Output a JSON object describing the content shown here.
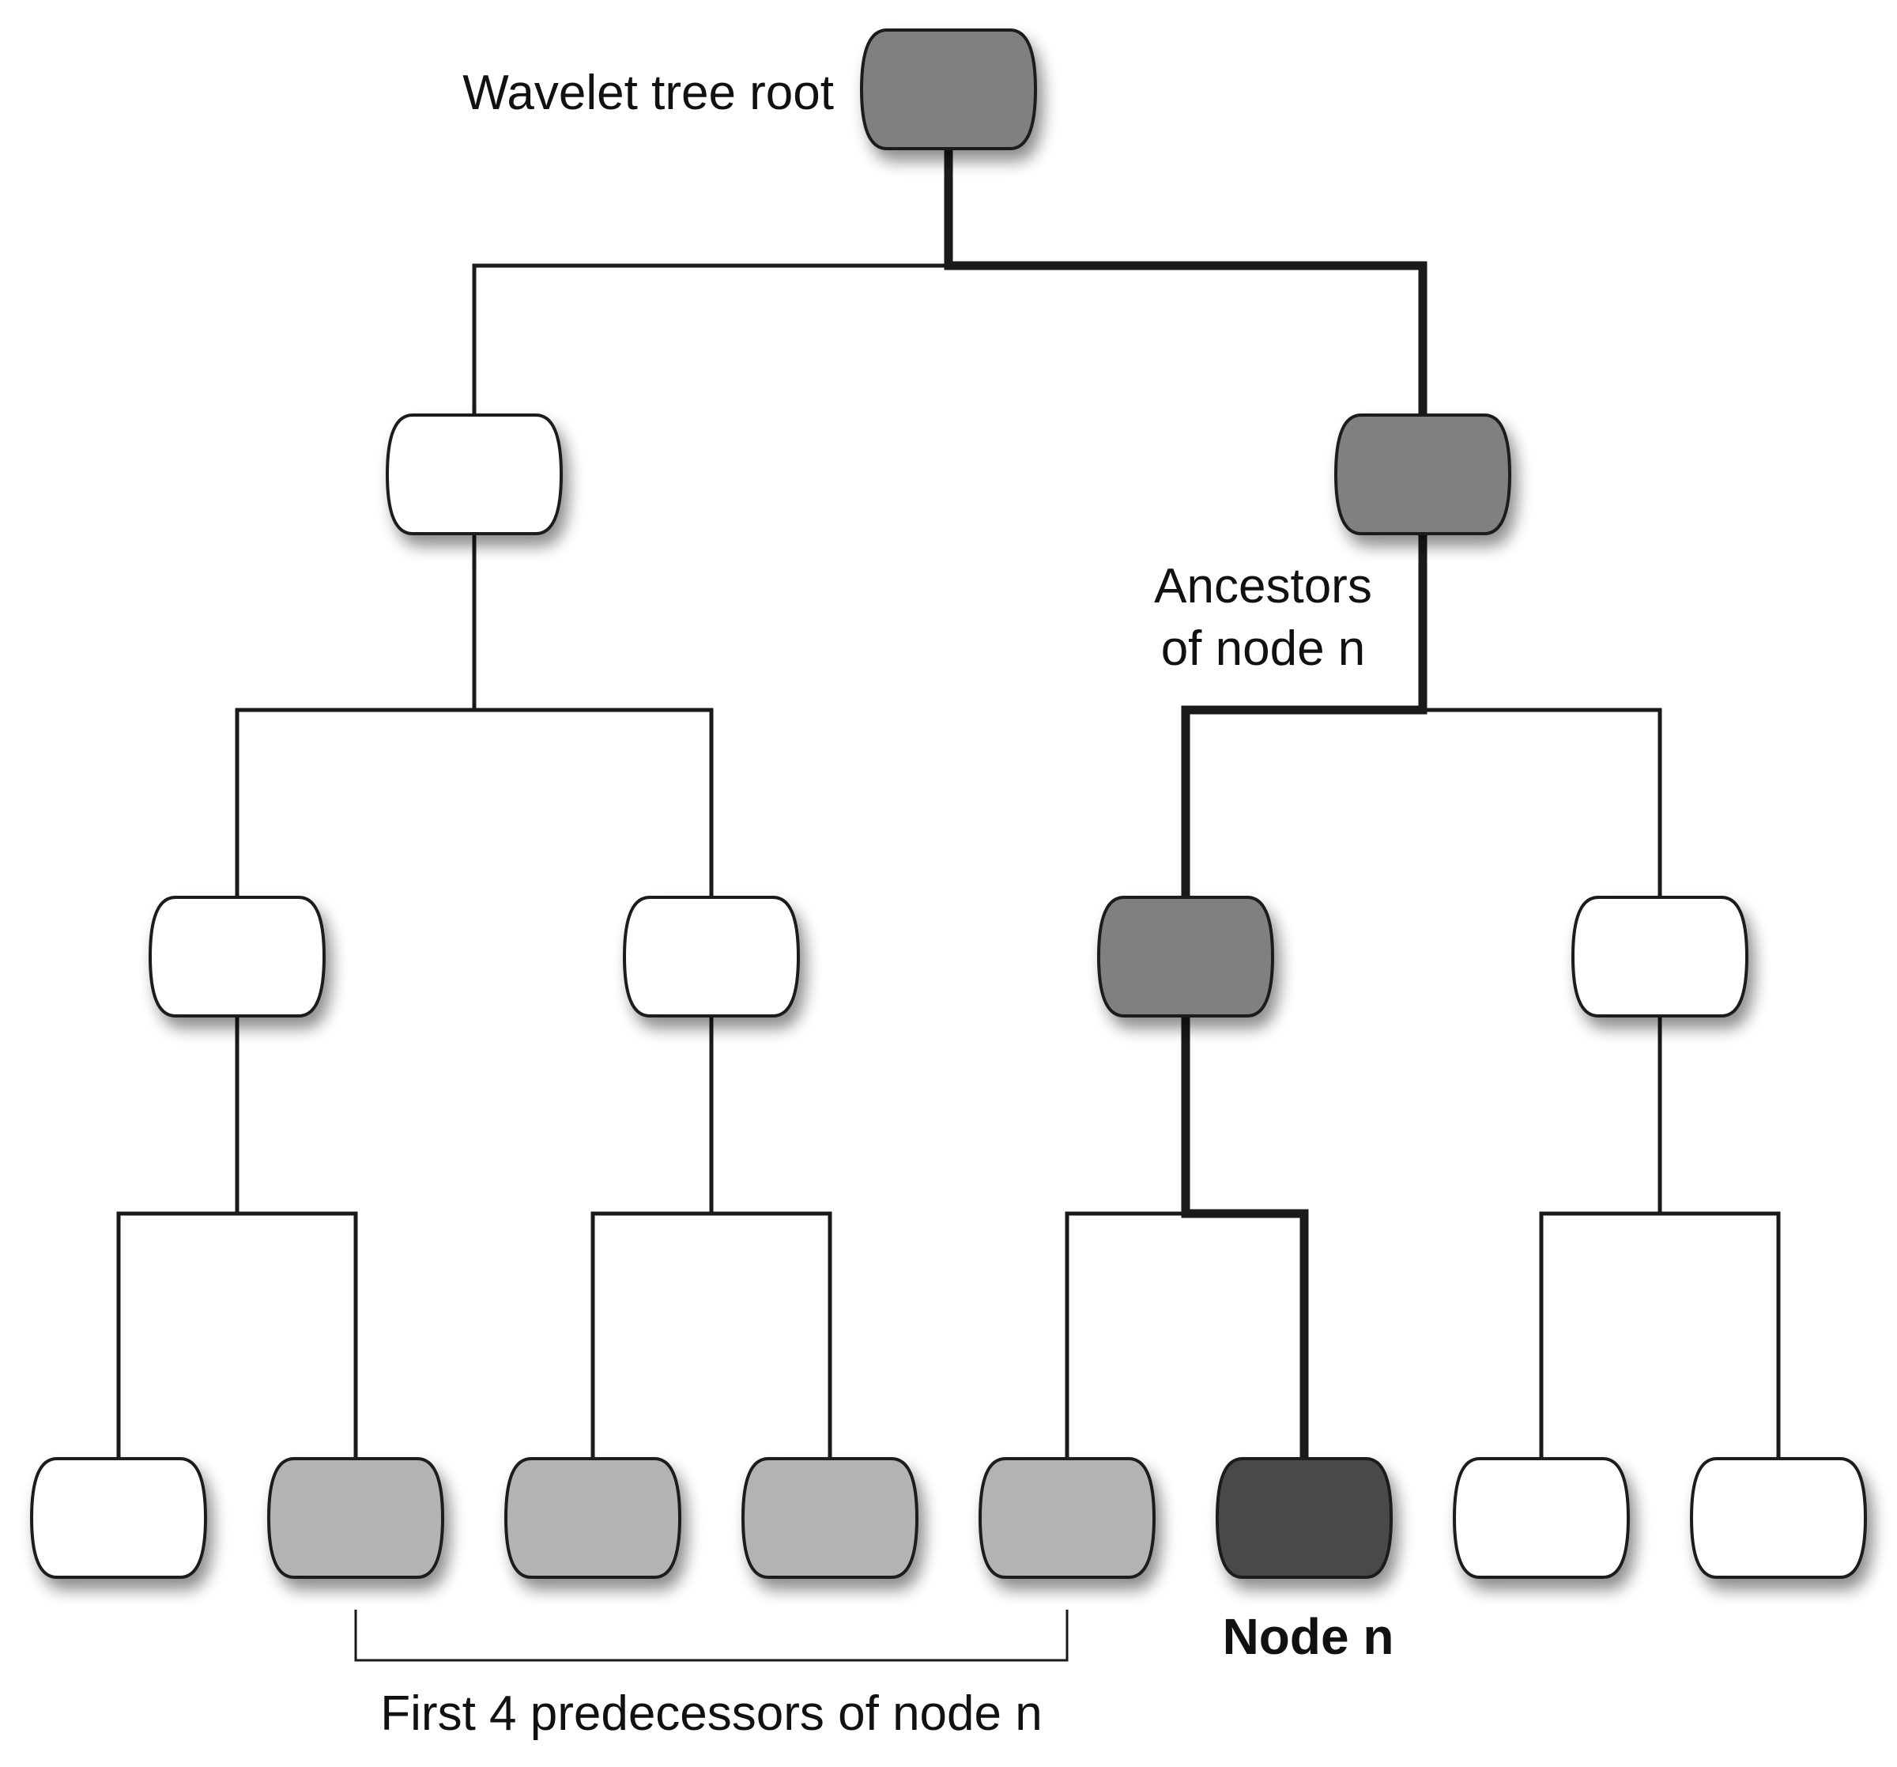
{
  "labels": {
    "root": "Wavelet tree root",
    "ancestors_line1": "Ancestors",
    "ancestors_line2": "of node n",
    "node_n": "Node n",
    "predecessors": "First 4 predecessors of node n"
  },
  "colors": {
    "ancestor": "#808080",
    "predecessor": "#b3b3b3",
    "node_n": "#4a4a4a",
    "plain": "#ffffff",
    "edge": "#1a1a1a"
  },
  "tree": {
    "root": {
      "role": "ancestor"
    },
    "level1": [
      {
        "role": "plain"
      },
      {
        "role": "ancestor"
      }
    ],
    "level2": [
      {
        "role": "plain"
      },
      {
        "role": "plain"
      },
      {
        "role": "ancestor"
      },
      {
        "role": "plain"
      }
    ],
    "leaves": [
      {
        "role": "plain"
      },
      {
        "role": "predecessor"
      },
      {
        "role": "predecessor"
      },
      {
        "role": "predecessor"
      },
      {
        "role": "predecessor"
      },
      {
        "role": "node_n"
      },
      {
        "role": "plain"
      },
      {
        "role": "plain"
      }
    ]
  }
}
